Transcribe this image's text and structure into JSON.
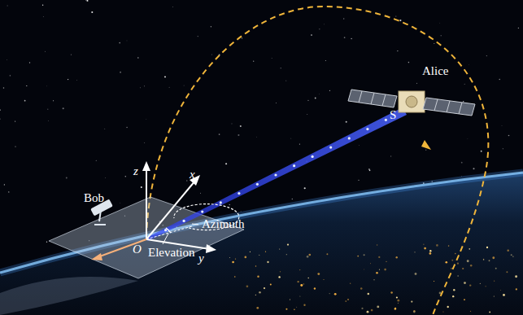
{
  "diagram": {
    "labels": [
      "Alice",
      "S",
      "z",
      "x",
      "Bob",
      "Azimuth",
      "O",
      "Elevation",
      "y"
    ]
  }
}
